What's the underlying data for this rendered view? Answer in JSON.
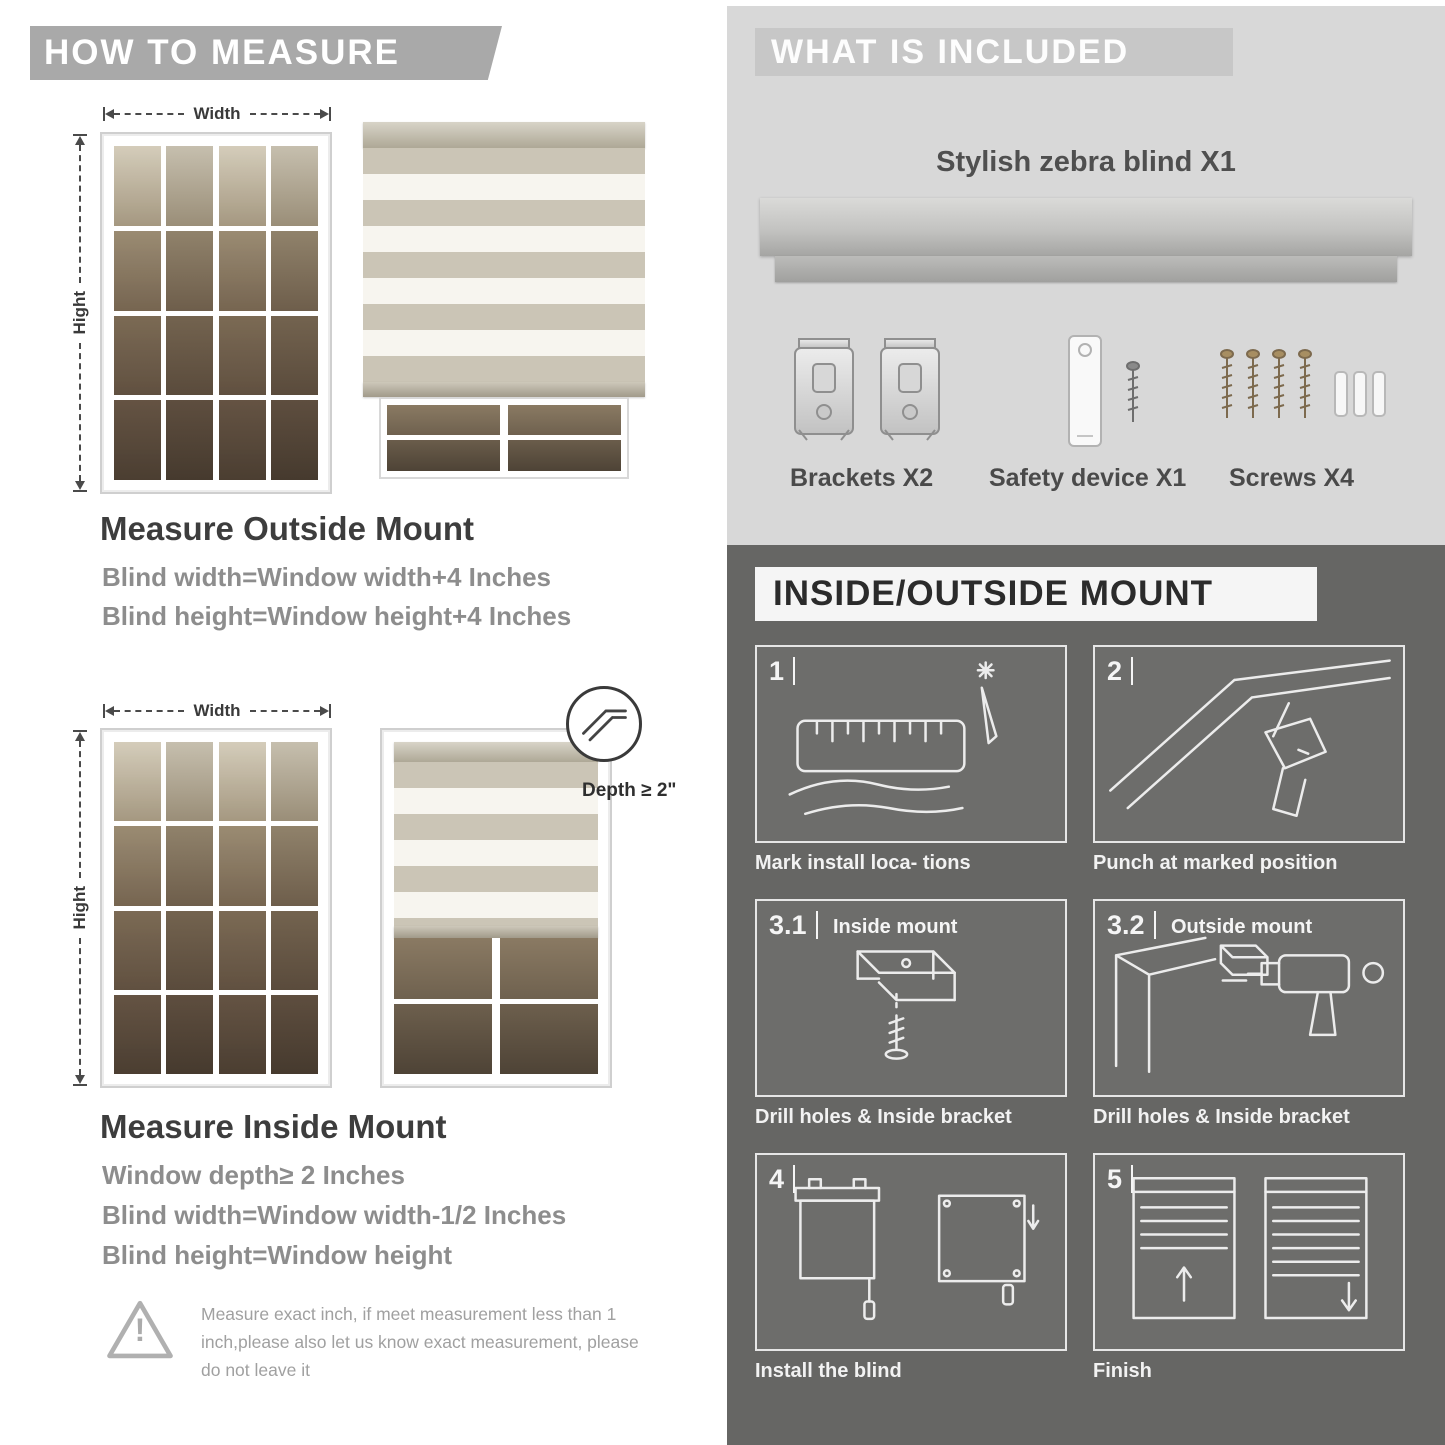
{
  "page": {
    "left": {
      "banner": "HOW TO MEASURE",
      "outside": {
        "width_label": "Width",
        "height_label": "Hight",
        "title": "Measure Outside Mount",
        "lines": [
          "Blind width=Window width+4 Inches",
          "Blind height=Window height+4 Inches"
        ]
      },
      "inside": {
        "width_label": "Width",
        "height_label": "Hight",
        "depth_label": "Depth ≥ 2\"",
        "title": "Measure Inside Mount",
        "lines": [
          "Window depth≥ 2 Inches",
          "Blind width=Window width-1/2 Inches",
          "Blind height=Window height"
        ]
      },
      "warning_icon": "!",
      "warning_text": "Measure exact inch, if meet measurement less than 1 inch,please also let us know exact measurement, please do not leave it"
    },
    "right": {
      "included_banner": "WHAT IS INCLUDED",
      "blind_label": "Stylish zebra blind X1",
      "parts": [
        {
          "label": "Brackets X2"
        },
        {
          "label": "Safety device X1"
        },
        {
          "label": "Screws X4"
        }
      ],
      "mount_banner": "INSIDE/OUTSIDE MOUNT",
      "steps": [
        {
          "num": "1",
          "label": "",
          "caption": "Mark install loca- tions"
        },
        {
          "num": "2",
          "label": "",
          "caption": "Punch at  marked position"
        },
        {
          "num": "3.1",
          "label": "Inside mount",
          "caption": "Drill holes &  Inside bracket"
        },
        {
          "num": "3.2",
          "label": "Outside mount",
          "caption": "Drill holes &  Inside bracket"
        },
        {
          "num": "4",
          "label": "",
          "caption": "Install the blind"
        },
        {
          "num": "5",
          "label": "",
          "caption": "Finish"
        }
      ]
    },
    "colors": {
      "banner_gray": "#a9a9a9",
      "included_bg": "#d8d8d8",
      "dark_bg": "#666664",
      "text_gray": "#8d8d8d",
      "blind_taupe": "#cbc5b6"
    }
  }
}
